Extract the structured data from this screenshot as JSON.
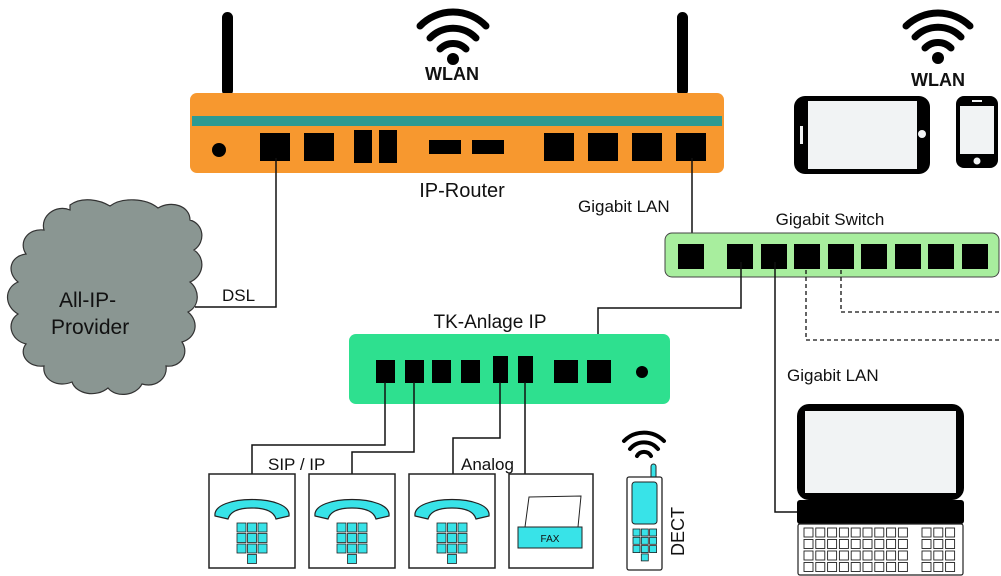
{
  "title": "All-IP network diagram",
  "colors": {
    "router_body": "#F7982F",
    "router_stripe": "#2E9A92",
    "switch_body": "#A8EE9E",
    "pbx_body": "#2EE08F",
    "cloud": "#8A9692",
    "phone_accent": "#38E3E8",
    "screen": "#F1F3F4",
    "port": "#000000",
    "line": "#111111"
  },
  "labels": {
    "router_wlan": "WLAN",
    "mobile_wlan": "WLAN",
    "router": "IP-Router",
    "router_uplink": "Gigabit LAN",
    "switch": "Gigabit Switch",
    "provider": [
      "All-IP-",
      "Provider"
    ],
    "dsl": "DSL",
    "pbx": "TK-Anlage IP",
    "sip_ip": "SIP / IP",
    "analog": "Analog",
    "fax": "FAX",
    "dect": "DECT",
    "laptop_link": "Gigabit LAN"
  },
  "nodes": [
    {
      "id": "router",
      "name": "IP-Router",
      "ports": 10
    },
    {
      "id": "switch",
      "name": "Gigabit Switch",
      "ports": 9
    },
    {
      "id": "pbx",
      "name": "TK-Anlage IP",
      "ports": 8
    },
    {
      "id": "provider",
      "name": "All-IP-Provider"
    },
    {
      "id": "sip-phone-1",
      "name": "SIP phone"
    },
    {
      "id": "sip-phone-2",
      "name": "SIP phone"
    },
    {
      "id": "analog-phone",
      "name": "Analog phone"
    },
    {
      "id": "fax",
      "name": "FAX"
    },
    {
      "id": "dect",
      "name": "DECT handset"
    },
    {
      "id": "laptop",
      "name": "Laptop"
    },
    {
      "id": "tablet",
      "name": "Tablet"
    },
    {
      "id": "smartphone",
      "name": "Smartphone"
    }
  ],
  "links": [
    {
      "from": "provider",
      "to": "router",
      "label": "DSL",
      "style": "solid"
    },
    {
      "from": "router",
      "to": "switch",
      "label": "Gigabit LAN",
      "style": "solid"
    },
    {
      "from": "switch",
      "to": "pbx",
      "label": "",
      "style": "solid"
    },
    {
      "from": "switch",
      "to": "laptop",
      "label": "Gigabit LAN",
      "style": "solid"
    },
    {
      "from": "switch",
      "to": "offscreen-1",
      "label": "",
      "style": "dashed"
    },
    {
      "from": "switch",
      "to": "offscreen-2",
      "label": "",
      "style": "dashed"
    },
    {
      "from": "pbx",
      "to": "sip-phone-1",
      "label": "SIP / IP",
      "style": "solid"
    },
    {
      "from": "pbx",
      "to": "sip-phone-2",
      "label": "SIP / IP",
      "style": "solid"
    },
    {
      "from": "pbx",
      "to": "analog-phone",
      "label": "Analog",
      "style": "solid"
    },
    {
      "from": "pbx",
      "to": "fax",
      "label": "Analog",
      "style": "solid"
    },
    {
      "from": "router",
      "to": "mobile-devices",
      "label": "WLAN",
      "style": "wireless"
    },
    {
      "from": "pbx",
      "to": "dect",
      "label": "DECT",
      "style": "wireless"
    }
  ]
}
